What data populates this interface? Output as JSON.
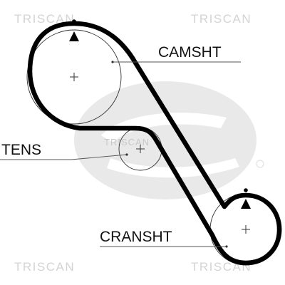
{
  "watermarks": {
    "top_left": "TRISCAN",
    "top_right": "TRISCAN",
    "bottom_left": "TRISCAN",
    "bottom_right": "TRISCAN",
    "center": "TRISCAN"
  },
  "labels": {
    "camshaft": "CAMSHT",
    "tensioner": "TENS",
    "crankshaft": "CRANSHT"
  },
  "colors": {
    "belt": "#000000",
    "pulley_outline": "#333333",
    "leader_line": "#555555",
    "watermark": "#d4d4d4",
    "logo_watermark": "#e9e9e9"
  },
  "icons": {
    "timing_marks": "triangle-marker",
    "pulley_centers": "crosshair",
    "background_logo": "gates-logo"
  }
}
